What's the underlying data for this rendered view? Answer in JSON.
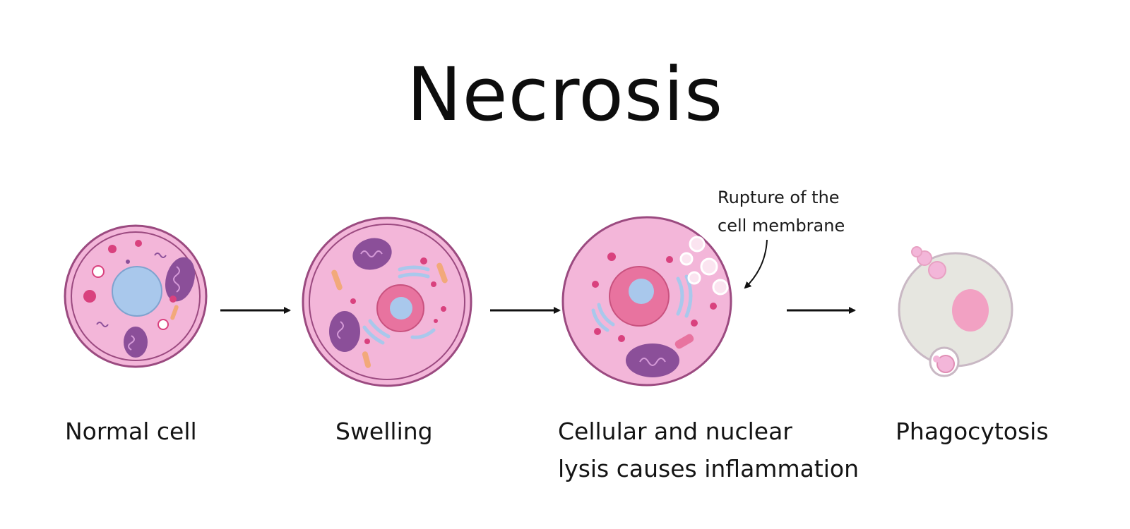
{
  "title": "Necrosis",
  "stages": [
    {
      "label": "Normal cell"
    },
    {
      "label": "Swelling"
    },
    {
      "label_line1": "Cellular and nuclear",
      "label_line2": "lysis causes inflammation"
    },
    {
      "label": "Phagocytosis"
    }
  ],
  "annotation": {
    "line1": "Rupture of the",
    "line2": "cell membrane"
  },
  "colors": {
    "cell_pink": "#f3b6d9",
    "cell_outline": "#9b4a80",
    "nucleus_blue": "#a9c8ec",
    "nucleus_pink": "#e8739f",
    "mitochondria": "#8b4f99",
    "dead_cell": "#e6e6e0"
  }
}
